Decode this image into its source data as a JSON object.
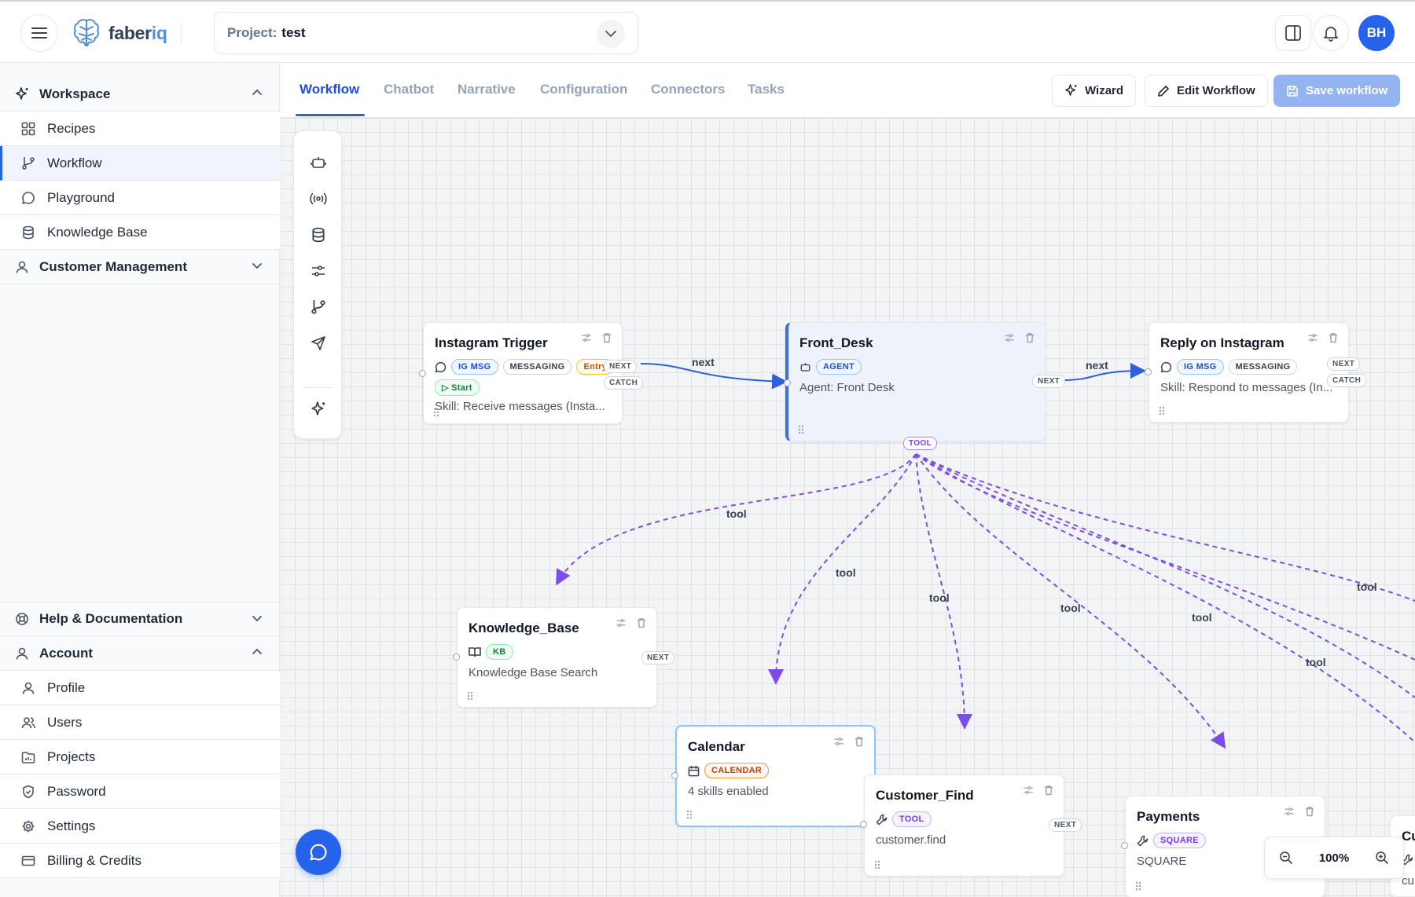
{
  "header": {
    "logo": {
      "text_main": "faber",
      "text_accent": "iq"
    },
    "project": {
      "label": "Project:",
      "value": "test"
    },
    "avatar_initials": "BH"
  },
  "sidebar": {
    "workspace": {
      "title": "Workspace",
      "items": [
        {
          "label": "Recipes",
          "icon": "grid-icon"
        },
        {
          "label": "Workflow",
          "icon": "branch-icon",
          "active": true
        },
        {
          "label": "Playground",
          "icon": "chat-bubble-icon"
        },
        {
          "label": "Knowledge Base",
          "icon": "database-icon"
        }
      ]
    },
    "customer_management": {
      "title": "Customer Management"
    },
    "help": {
      "title": "Help & Documentation"
    },
    "account": {
      "title": "Account",
      "items": [
        {
          "label": "Profile",
          "icon": "user-icon"
        },
        {
          "label": "Users",
          "icon": "users-icon"
        },
        {
          "label": "Projects",
          "icon": "folder-icon"
        },
        {
          "label": "Password",
          "icon": "shield-icon"
        },
        {
          "label": "Settings",
          "icon": "gear-icon"
        },
        {
          "label": "Billing & Credits",
          "icon": "credit-card-icon"
        }
      ]
    }
  },
  "tabs": [
    "Workflow",
    "Chatbot",
    "Narrative",
    "Configuration",
    "Connectors",
    "Tasks"
  ],
  "toolbar": {
    "wizard": "Wizard",
    "edit": "Edit Workflow",
    "save": "Save workflow"
  },
  "nodes": {
    "instagram_trigger": {
      "title": "Instagram Trigger",
      "badges": [
        "IG MSG",
        "MESSAGING",
        "Entry"
      ],
      "start": "Start",
      "subtitle": "Skill: Receive messages (Insta...",
      "ports": [
        "NEXT",
        "CATCH"
      ]
    },
    "front_desk": {
      "title": "Front_Desk",
      "badge": "AGENT",
      "subtitle": "Agent: Front Desk",
      "ports": [
        "NEXT",
        "TOOL"
      ]
    },
    "reply_instagram": {
      "title": "Reply on Instagram",
      "badges": [
        "IG MSG",
        "MESSAGING"
      ],
      "subtitle": "Skill: Respond to messages (In...",
      "ports": [
        "NEXT",
        "CATCH"
      ]
    },
    "knowledge_base": {
      "title": "Knowledge_Base",
      "badge": "KB",
      "subtitle": "Knowledge Base Search",
      "ports": [
        "NEXT"
      ]
    },
    "calendar": {
      "title": "Calendar",
      "badge": "CALENDAR",
      "subtitle": "4 skills enabled"
    },
    "customer_find": {
      "title": "Customer_Find",
      "badge": "TOOL",
      "subtitle": "customer.find",
      "ports": [
        "NEXT"
      ]
    },
    "payments": {
      "title": "Payments",
      "badge": "SQUARE",
      "subtitle": "SQUARE"
    },
    "partial": {
      "title": "Cu",
      "subtitle": "cu"
    }
  },
  "edge_labels": {
    "next": "next",
    "tool": "tool"
  },
  "zoom": {
    "value": "100%"
  },
  "colors": {
    "accent": "#2563eb",
    "tool_edge": "#7c4dea",
    "next_edge": "#2f5fd9"
  }
}
